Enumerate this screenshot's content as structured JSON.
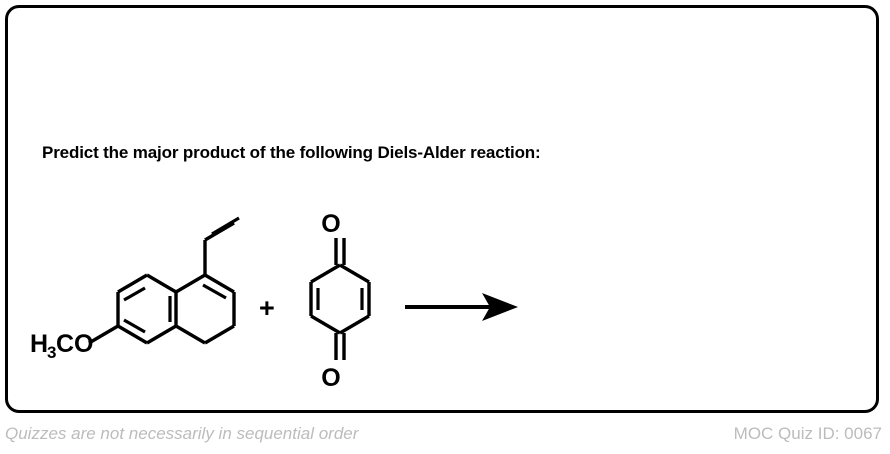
{
  "card": {
    "border_color": "#000000",
    "background": "#ffffff"
  },
  "prompt": {
    "text": "Predict the major product of the following Diels-Alder reaction:"
  },
  "reaction": {
    "plus_symbol": "+",
    "arrow_name": "reaction-arrow",
    "reactants": [
      {
        "name": "6-methoxy-1-vinyl-3,4-dihydronaphthalene",
        "labels": [
          {
            "text": "H",
            "sub": "3",
            "rest": "CO"
          }
        ],
        "methoxy_label_main": "H",
        "methoxy_label_sub": "3",
        "methoxy_label_tail": "CO"
      },
      {
        "name": "para-benzoquinone",
        "oxygen_top": "O",
        "oxygen_bottom": "O"
      }
    ],
    "product": ""
  },
  "footer": {
    "note": "Quizzes are not necessarily in sequential order",
    "quiz_id": "MOC Quiz ID: 0067",
    "text_color": "#bcbcbc"
  }
}
